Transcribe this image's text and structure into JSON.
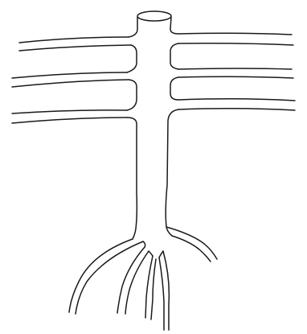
{
  "diagram": {
    "ink_color": "#1a1a1a",
    "background_color": "#ffffff",
    "parts": [
      "trunk-top-ellipse",
      "trunk",
      "left-branch",
      "right-branch",
      "root"
    ]
  }
}
